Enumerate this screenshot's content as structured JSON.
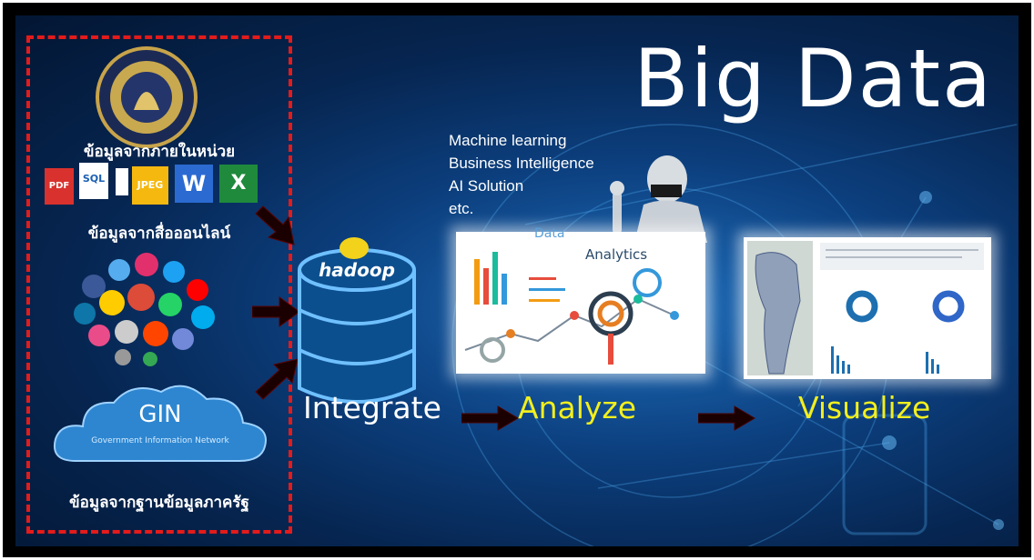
{
  "title": "Big Data",
  "sources": {
    "internal_label": "ข้อมูลจากภายในหน่วย",
    "online_label": "ข้อมูลจากสื่อออนไลน์",
    "government_label": "ข้อมูลจากฐานข้อมูลภาครัฐ",
    "file_types": [
      "PDF",
      "SQL",
      "JPEG",
      "W",
      "X"
    ],
    "gin": {
      "abbr": "GIN",
      "name": "Government Information Network"
    }
  },
  "techniques": [
    "Machine learning",
    "Business Intelligence",
    "AI Solution",
    "etc."
  ],
  "stages": {
    "integrate": "Integrate",
    "analyze": "Analyze",
    "visualize": "Visualize"
  },
  "hadoop_label": "hadoop",
  "analytics_panel": {
    "title_top": "Data",
    "title": "Analytics"
  },
  "colors": {
    "dash_border": "#e31b1b",
    "stage_highlight": "#f2ef1d",
    "background": "#0a3a78"
  }
}
